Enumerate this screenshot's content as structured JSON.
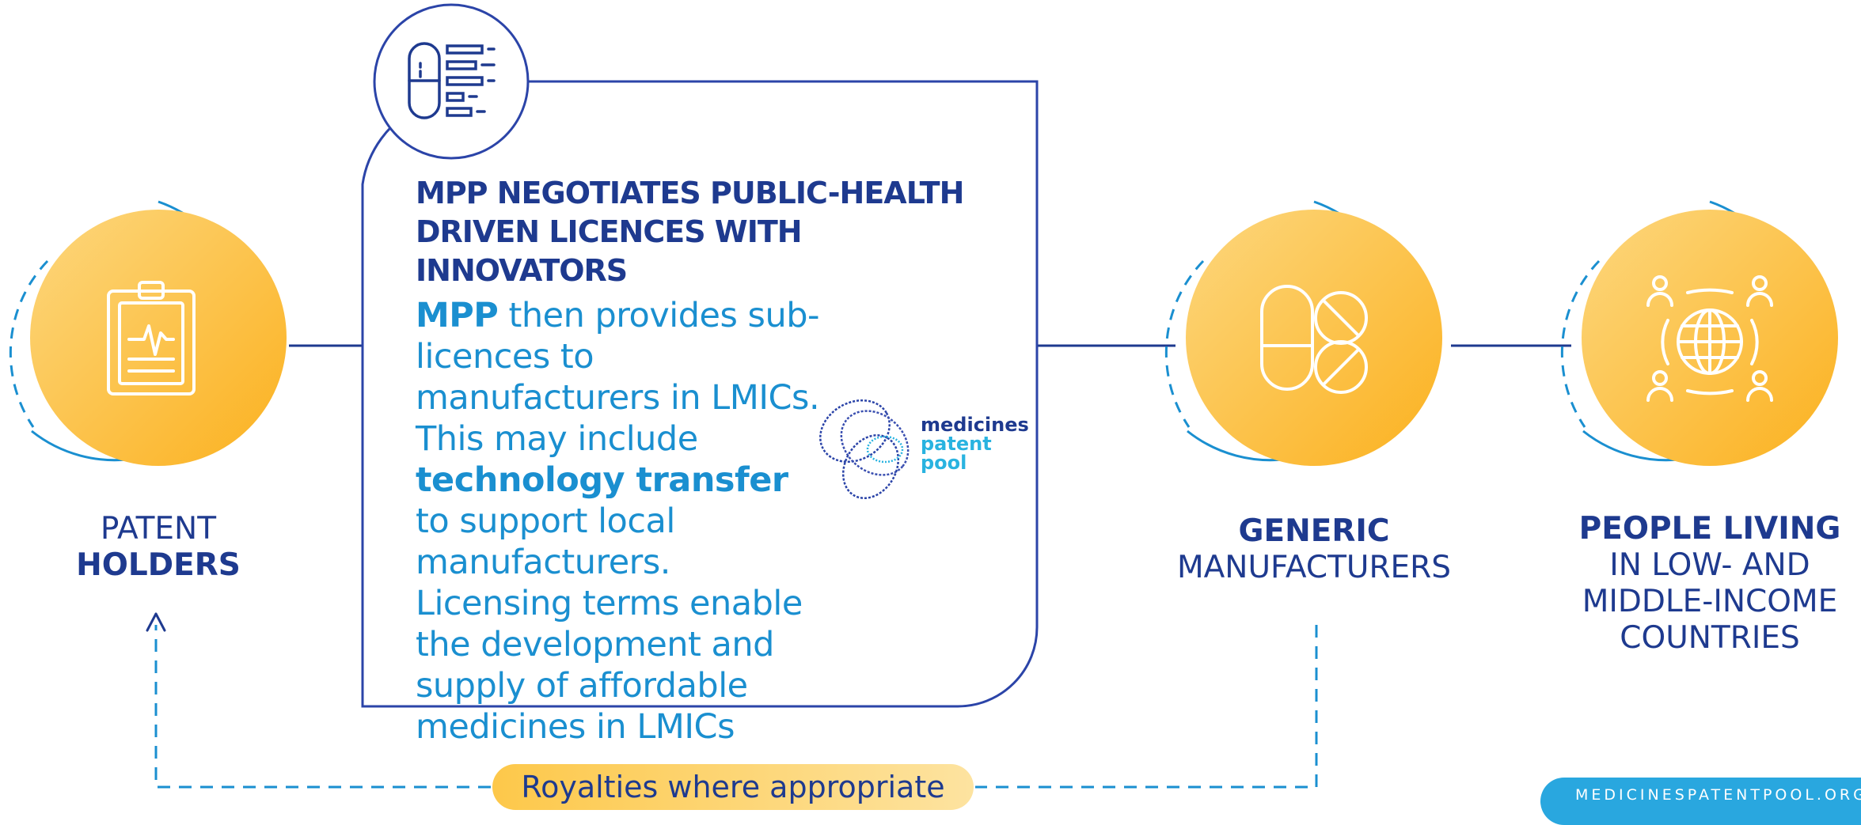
{
  "patent_holders": {
    "line1": "PATENT",
    "line2": "HOLDERS"
  },
  "mpp_box": {
    "title_lines": [
      "MPP NEGOTIATES PUBLIC-HEALTH",
      "DRIVEN LICENCES WITH",
      "INNOVATORS"
    ],
    "body": {
      "mpp": "MPP",
      "t1": " then provides sub-licences to manufacturers in LMICs.  This may include ",
      "tech": "technology transfer",
      "t2": " to support local manufacturers.  Licensing terms enable the development and supply of affordable medicines in LMICs"
    }
  },
  "logo": {
    "line1": "medicines",
    "line2": "patent",
    "line3": "pool"
  },
  "generic": {
    "line1": "GENERIC",
    "line2": "MANUFACTURERS"
  },
  "people": {
    "line1": "PEOPLE LIVING",
    "line2": "IN LOW- AND",
    "line3": "MIDDLE-INCOME",
    "line4": "COUNTRIES"
  },
  "royalties": {
    "label": "Royalties where appropriate"
  },
  "footer": {
    "url": "MEDICINESPATENTPOOL.ORG"
  },
  "icons": {
    "node1": "clipboard-heartbeat-icon",
    "mpp": "capsule-list-icon",
    "node2": "pills-icon",
    "node3": "globe-people-icon",
    "logo": "medicines-patent-pool-logo"
  },
  "colors": {
    "navy": "#1e3a8f",
    "blue": "#1a8fd0",
    "orange_light": "#fdd77e",
    "orange_dark": "#fbb11f",
    "ring": "#1a8fd0"
  }
}
